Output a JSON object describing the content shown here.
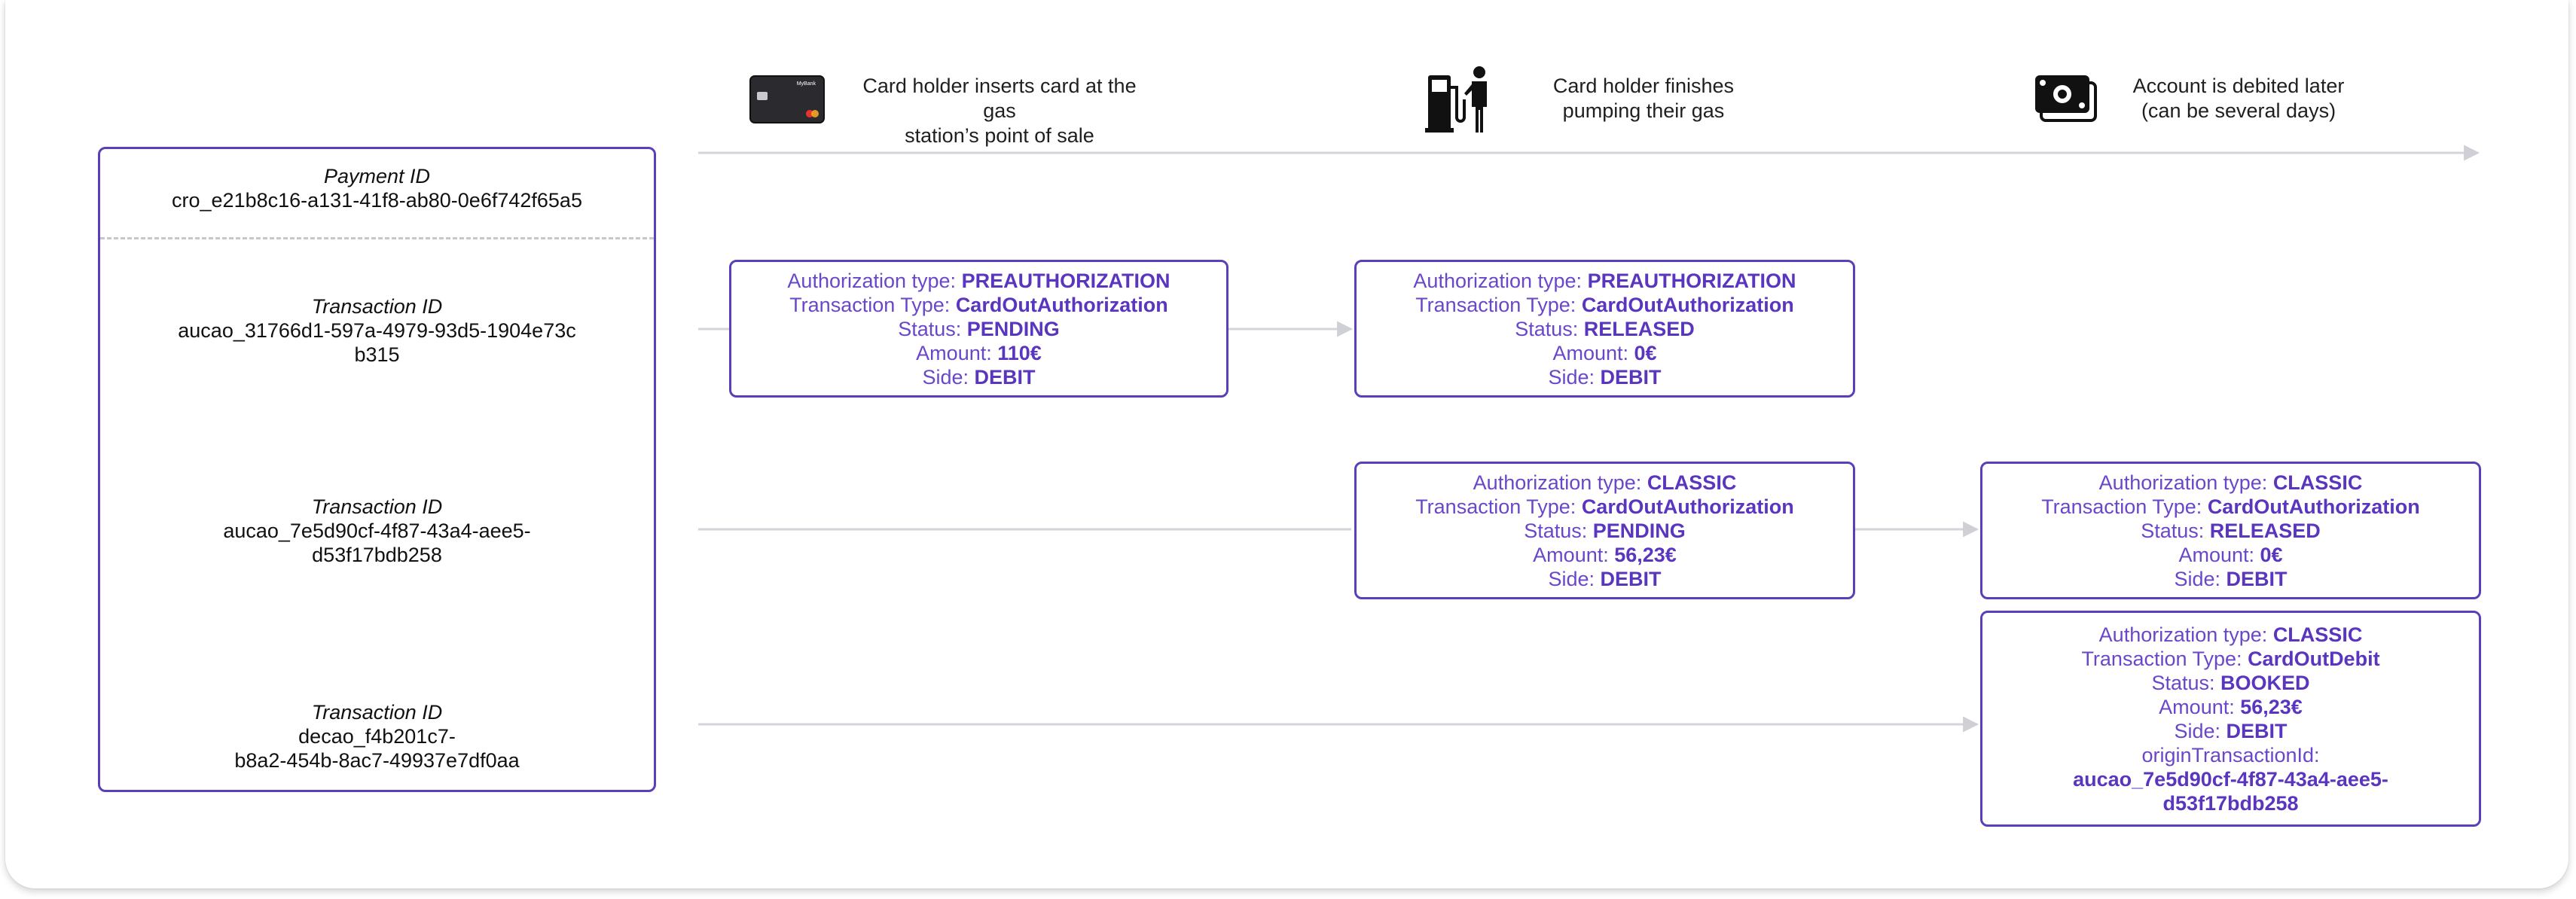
{
  "steps": [
    {
      "icon": "credit-card-icon",
      "card_brand": "MyBank",
      "line1": "Card holder inserts card at the gas",
      "line2": "station’s point of sale"
    },
    {
      "icon": "gas-pump-person-icon",
      "line1": "Card holder finishes",
      "line2": "pumping their gas"
    },
    {
      "icon": "cash-stack-icon",
      "line1": "Account is debited later",
      "line2": "(can be several days)"
    }
  ],
  "payment": {
    "label": "Payment ID",
    "value": "cro_e21b8c16-a131-41f8-ab80-0e6f742f65a5"
  },
  "transactions": [
    {
      "label": "Transaction ID",
      "line1": "aucao_31766d1-597a-4979-93d5-1904e73c",
      "line2": "b315"
    },
    {
      "label": "Transaction ID",
      "line1": "aucao_7e5d90cf-4f87-43a4-aee5-",
      "line2": "d53f17bdb258"
    },
    {
      "label": "Transaction ID",
      "line1": "decao_f4b201c7-",
      "line2": "b8a2-454b-8ac7-49937e7df0aa"
    }
  ],
  "field_labels": {
    "auth_type": "Authorization type: ",
    "tx_type": "Transaction Type: ",
    "status": "Status: ",
    "amount": "Amount: ",
    "side": "Side: ",
    "origin": "originTransactionId:"
  },
  "cards": [
    {
      "auth_type": "PREAUTHORIZATION",
      "tx_type": "CardOutAuthorization",
      "status": "PENDING",
      "amount": "110€",
      "side": "DEBIT"
    },
    {
      "auth_type": "PREAUTHORIZATION",
      "tx_type": "CardOutAuthorization",
      "status": "RELEASED",
      "amount": "0€",
      "side": "DEBIT"
    },
    {
      "auth_type": "CLASSIC",
      "tx_type": "CardOutAuthorization",
      "status": "PENDING",
      "amount": "56,23€",
      "side": "DEBIT"
    },
    {
      "auth_type": "CLASSIC",
      "tx_type": "CardOutAuthorization",
      "status": "RELEASED",
      "amount": "0€",
      "side": "DEBIT"
    },
    {
      "auth_type": "CLASSIC",
      "tx_type": "CardOutDebit",
      "status": "BOOKED",
      "amount": "56,23€",
      "side": "DEBIT",
      "origin_line1": "aucao_7e5d90cf-4f87-43a4-aee5-",
      "origin_line2": "d53f17bdb258"
    }
  ]
}
